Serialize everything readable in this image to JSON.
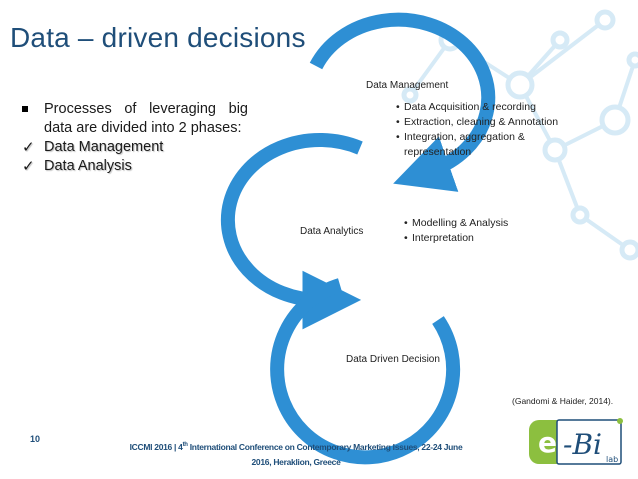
{
  "slide": {
    "title": "Data – driven decisions",
    "page_number": "10",
    "citation": "(Gandomi & Haider, 2014).",
    "footer_line1_pre": "ICCMI 2016 | 4",
    "footer_sup": "th",
    "footer_line1_post": " International Conference on Contemporary Marketing Issues, 22-24 June",
    "footer_line2": "2016, Heraklion, Greece"
  },
  "bullets": {
    "main": "Processes of leveraging big data are divided into 2 phases:",
    "checks": [
      {
        "label": "Data Management"
      },
      {
        "label": "Data Analysis"
      }
    ]
  },
  "diagram": {
    "cycle_color": "#2e8fd4",
    "stages": [
      {
        "label": "Data Management",
        "items": [
          "Data Acquisition & recording",
          "Extraction, cleaning & Annotation",
          "Integration, aggregation & representation"
        ]
      },
      {
        "label": "Data Analytics",
        "items": [
          "Modelling & Analysis",
          "Interpretation"
        ]
      },
      {
        "label": "Data Driven Decision",
        "items": []
      }
    ]
  },
  "logo": {
    "text_e": "e",
    "text_bi": "-Bi",
    "text_lab": "lab",
    "colors": {
      "green": "#8cbf3f",
      "blue": "#1f4e79"
    }
  },
  "decor_color": "#d6eaf6"
}
